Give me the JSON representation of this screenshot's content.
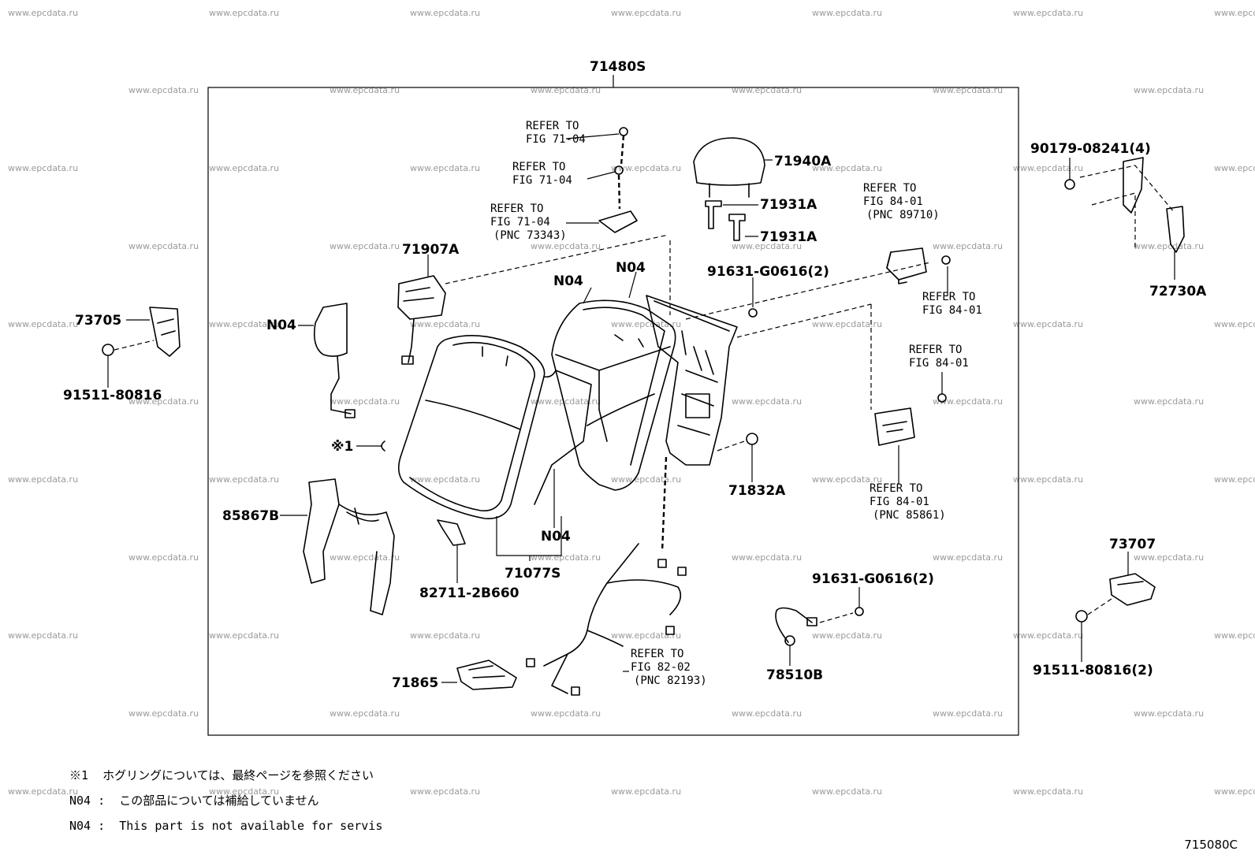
{
  "watermark": "www.epcdata.ru",
  "parts": {
    "p71480s": "71480S",
    "p71940a": "71940A",
    "p71931a_1": "71931A",
    "p71931a_2": "71931A",
    "p71907a": "71907A",
    "n04_top": "N04",
    "n04_mid": "N04",
    "n04_left": "N04",
    "n04_bottom": "N04",
    "p91631_top": "91631-G0616(2)",
    "p73705": "73705",
    "p91511_left": "91511-80816",
    "p90179": "90179-08241(4)",
    "p72730a": "72730A",
    "p85867b": "85867B",
    "p71832a": "71832A",
    "p82711": "82711-2B660",
    "p71077s": "71077S",
    "p91631_bottom": "91631-G0616(2)",
    "p73707": "73707",
    "p91511_right": "91511-80816(2)",
    "p78510b": "78510B",
    "p71865": "71865",
    "hog_ring": "※1"
  },
  "refs": {
    "r1": [
      "REFER TO",
      "FIG 71-04"
    ],
    "r2": [
      "REFER TO",
      "FIG 71-04"
    ],
    "r3": [
      "REFER TO",
      "FIG 71-04",
      "(PNC 73343)"
    ],
    "r4": [
      "REFER TO",
      "FIG 84-01",
      "(PNC 89710)"
    ],
    "r5": [
      "REFER TO",
      "FIG 84-01"
    ],
    "r6": [
      "REFER TO",
      "FIG 84-01"
    ],
    "r7": [
      "REFER TO",
      "FIG 84-01",
      "(PNC 85861)"
    ],
    "r8": [
      "REFER TO",
      "FIG 82-02",
      "(PNC 82193)"
    ]
  },
  "notes": {
    "note1": "※1  ホグリングについては、最終ページを参照ください",
    "note2": "N04 :  この部品については補給していません",
    "note3": "N04 :  This part is not available for servis"
  },
  "figure_code": "715080C"
}
